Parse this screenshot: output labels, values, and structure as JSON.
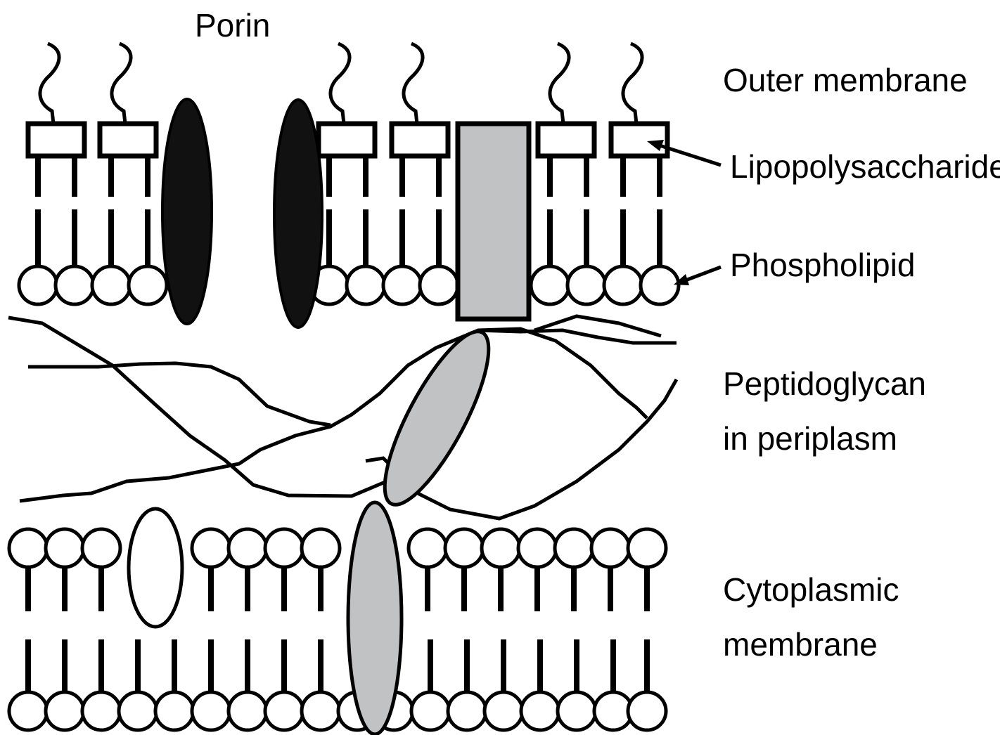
{
  "labels": {
    "porin": "Porin",
    "outer_membrane": "Outer membrane",
    "lipopolysaccharide": "Lipopolysaccharide",
    "phospholipid": "Phospholipid",
    "peptidoglycan_line1": "Peptidoglycan",
    "peptidoglycan_line2": "in periplasm",
    "cytoplasmic_line1": "Cytoplasmic",
    "cytoplasmic_line2": "membrane"
  },
  "colors": {
    "line": "#000000",
    "porin_fill": "#111111",
    "protein_fill": "#c0c2c4",
    "background": "#ffffff"
  }
}
